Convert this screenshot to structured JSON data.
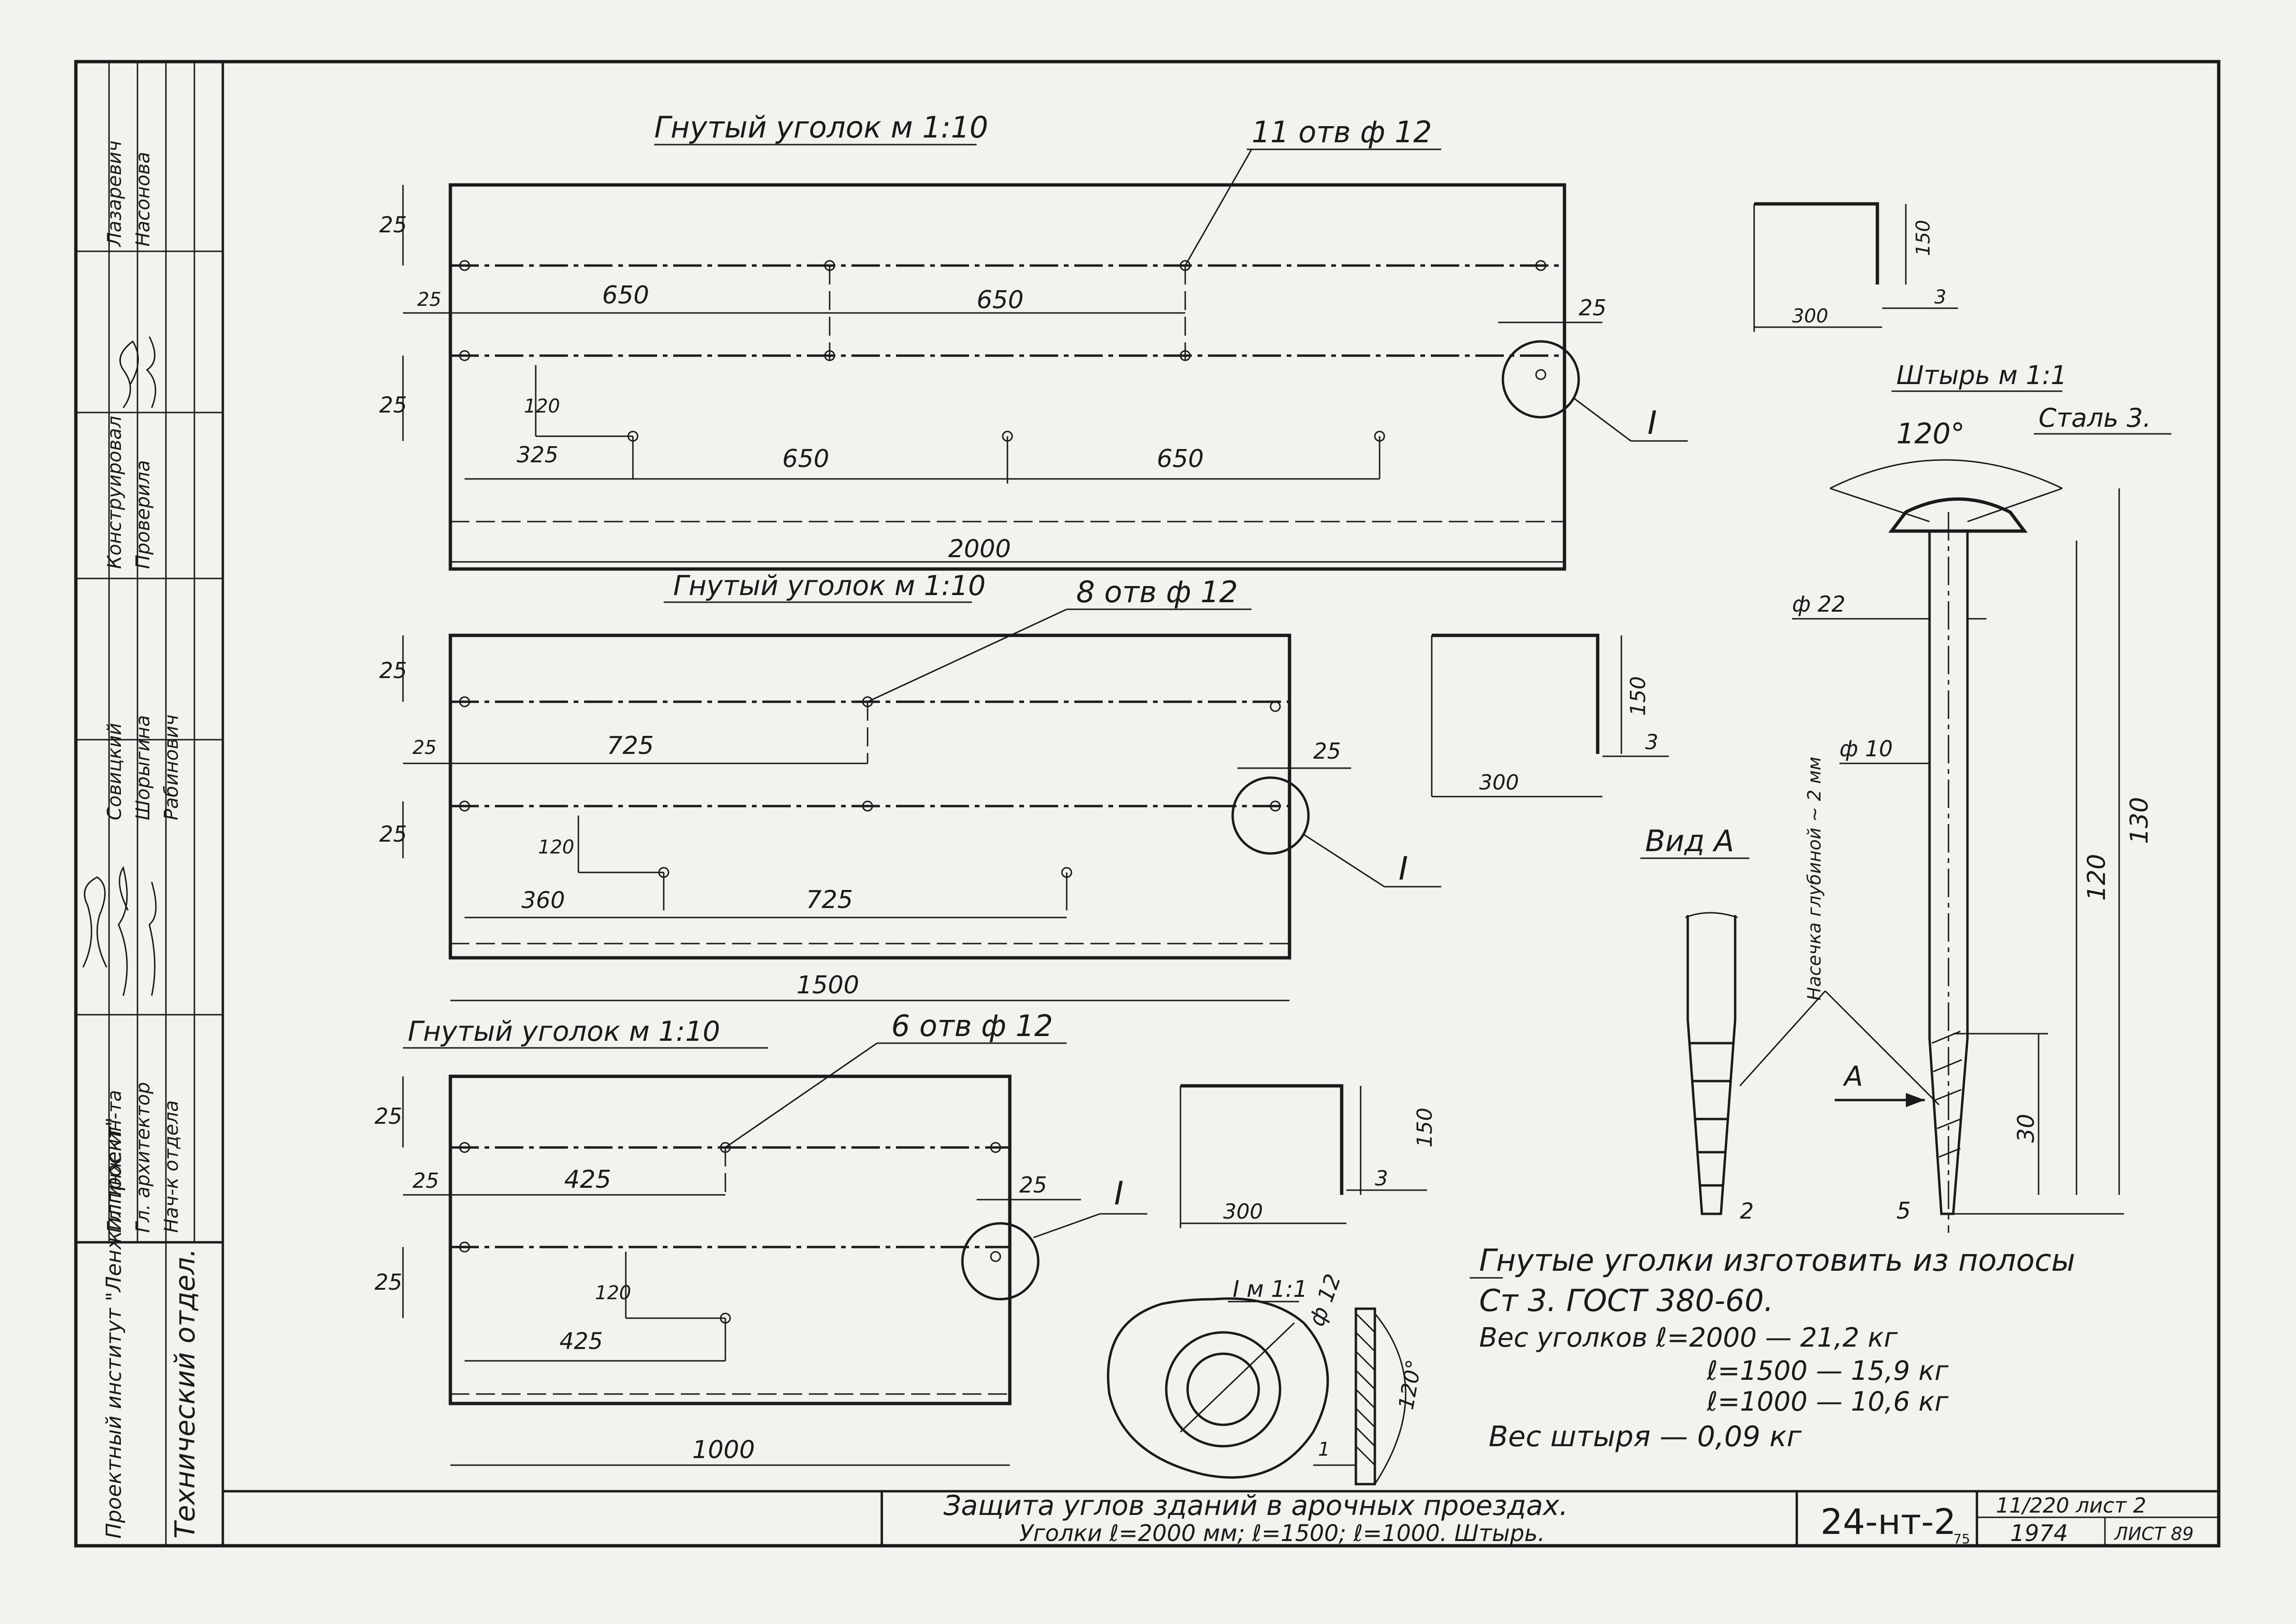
{
  "side_stamp": {
    "roles": [
      "Гл. инж. ин-та",
      "Гл. архитектор",
      "Нач-к отдела"
    ],
    "names_col1": [
      "Совицкий",
      "Шорыгина",
      "Рабинович"
    ],
    "roles_col2": [
      "Конструировал",
      "Проверила"
    ],
    "names_top": [
      "Лазаревич",
      "Насонова"
    ],
    "institute": "Проектный институт \"Ленжилпроект\"",
    "department": "Технический отдел."
  },
  "view1": {
    "title": "Гнутый уголок м 1:10",
    "holes": "11 отв ф 12",
    "dim_25_top": "25",
    "dim_25_left": "25",
    "dim_650a": "650",
    "dim_650b": "650",
    "dim_25_right": "25",
    "dim_25_lower": "25",
    "dim_120": "120",
    "dim_325": "325",
    "dim_650c": "650",
    "dim_650d": "650",
    "total": "2000",
    "mark": "I"
  },
  "view2": {
    "title": "Гнутый уголок м 1:10",
    "holes": "8 отв ф 12",
    "dim_25_top": "25",
    "dim_25_left": "25",
    "dim_725a": "725",
    "dim_25_right": "25",
    "dim_25_lower": "25",
    "dim_120": "120",
    "dim_360": "360",
    "dim_725b": "725",
    "total": "1500",
    "mark": "I"
  },
  "view3": {
    "title": "Гнутый уголок м 1:10",
    "holes": "6 отв ф 12",
    "dim_25_top": "25",
    "dim_25_left": "25",
    "dim_425a": "425",
    "dim_25_right": "25",
    "dim_25_lower": "25",
    "dim_120": "120",
    "dim_425b": "425",
    "total": "1000",
    "mark": "I"
  },
  "sections": {
    "s1_w": "300",
    "s1_h": "150",
    "s1_t": "3",
    "s2_w": "300",
    "s2_h": "150",
    "s2_t": "3",
    "s3_w": "300",
    "s3_h": "150",
    "s3_t": "3"
  },
  "pin": {
    "title": "Штырь м 1:1",
    "material": "Сталь 3.",
    "angle": "120°",
    "d22": "ф 22",
    "d10": "ф 10",
    "len120": "120",
    "len130": "130",
    "len30": "30",
    "tip5": "5",
    "view_label": "Вид А",
    "view_mark": "А",
    "tip2": "2",
    "notch_note": "Насечка глубиной ~ 2 мм"
  },
  "detail": {
    "title": "I м 1:1",
    "hole": "ф 12",
    "angle": "120°",
    "t1": "1"
  },
  "notes": {
    "line1": "Гнутые уголки изготовить из полосы",
    "line2": "Ст 3. ГОСТ 380-60.",
    "line3": "Вес уголков   ℓ=2000 — 21,2 кг",
    "line4": "ℓ=1500 — 15,9 кг",
    "line5": "ℓ=1000 — 10,6 кг",
    "line6": "Вес штыря — 0,09 кг"
  },
  "title_block": {
    "line1": "Защита углов зданий в арочных проездах.",
    "line2": "Уголки ℓ=2000 мм; ℓ=1500; ℓ=1000. Штырь.",
    "code": "24-нт-2",
    "code_sub": "75",
    "sheet": "11/220 лист 2",
    "year": "1974",
    "stamp": "ЛИСТ 89"
  }
}
